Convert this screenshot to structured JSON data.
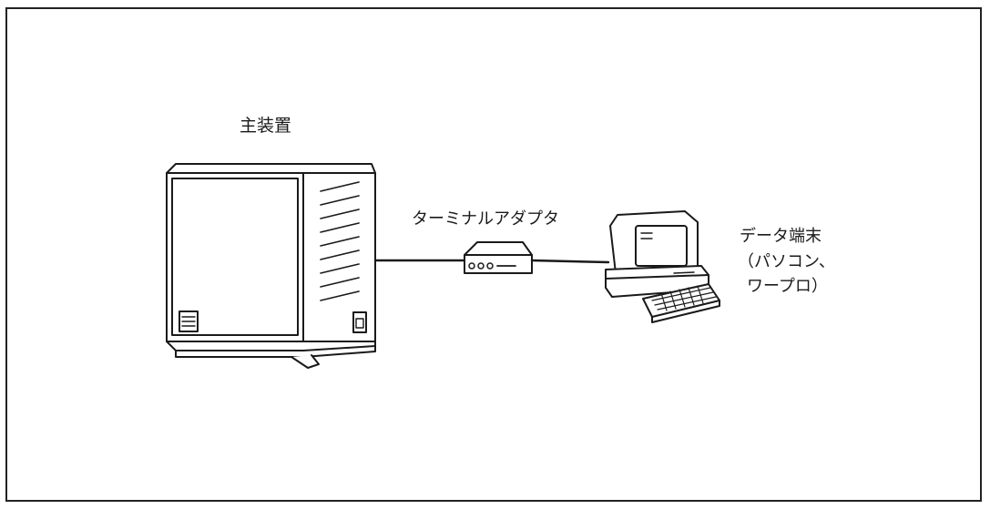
{
  "diagram": {
    "main_unit_label": "主装置",
    "terminal_adapter_label": "ターミナルアダプタ",
    "data_terminal_label": "データ端末",
    "data_terminal_sub_1": "（パソコン、",
    "data_terminal_sub_2": "ワープロ）"
  }
}
